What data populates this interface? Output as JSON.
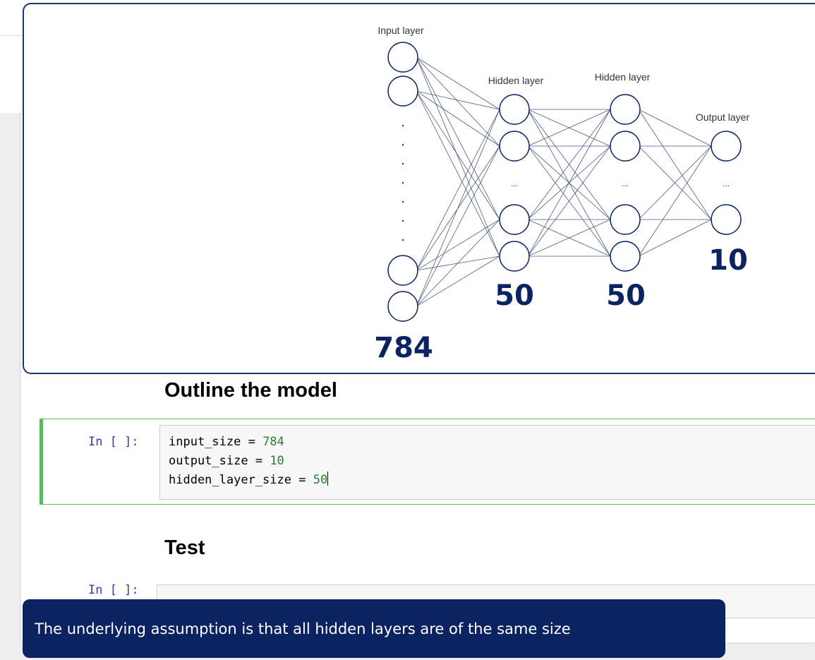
{
  "diagram": {
    "labels": {
      "input": "Input layer",
      "hidden1": "Hidden layer",
      "hidden2": "Hidden layer",
      "output": "Output layer"
    },
    "sizes": {
      "input": "784",
      "hidden1": "50",
      "hidden2": "50",
      "output": "10"
    },
    "ellipsis": "...",
    "color": "#0b2360"
  },
  "notebook": {
    "heading_outline": "Outline the model",
    "cell1": {
      "prompt": "In [ ]:",
      "lines": [
        {
          "name": "input_size",
          "op": " = ",
          "value": "784"
        },
        {
          "name": "output_size",
          "op": " = ",
          "value": "10"
        },
        {
          "name": "hidden_layer_size",
          "op": " = ",
          "value": "50"
        }
      ]
    },
    "heading_test": "Test",
    "cell2": {
      "prompt": "In [ ]:"
    }
  },
  "caption": "The underlying assumption is that all hidden layers are of the same size"
}
